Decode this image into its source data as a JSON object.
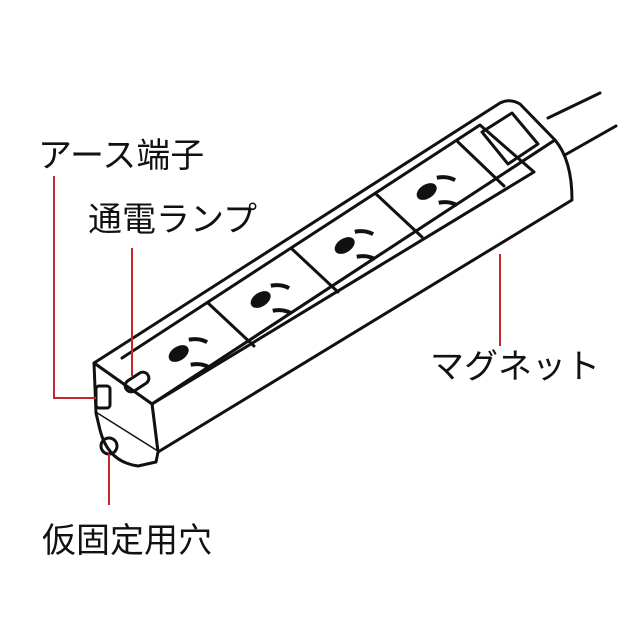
{
  "labels": {
    "earth_terminal": "アース端子",
    "power_lamp": "通電ランプ",
    "magnet": "マグネット",
    "temp_fix_hole": "仮固定用穴"
  },
  "colors": {
    "outline": "#111111",
    "leader": "#c2272d",
    "background": "#ffffff"
  },
  "outlet_count": 4
}
